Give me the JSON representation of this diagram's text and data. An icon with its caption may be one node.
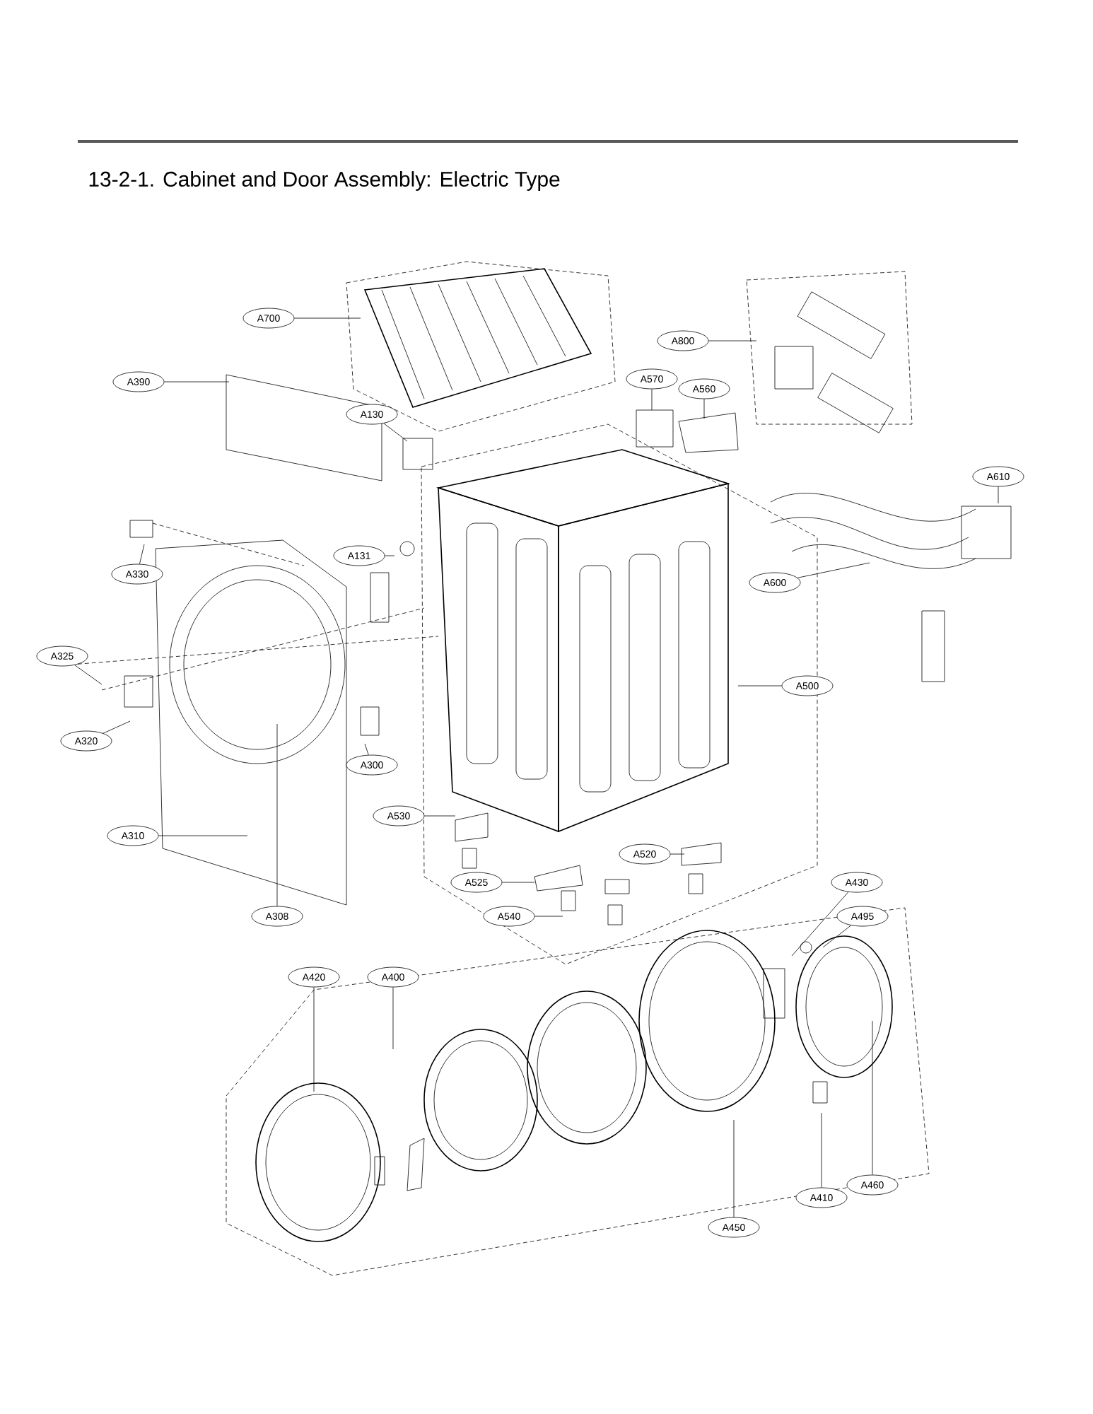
{
  "diagram": {
    "title": "13-2-1. Cabinet and Door Assembly: Electric Type",
    "nodes": [
      {
        "text": [
          "A700"
        ]
      },
      {
        "text": [
          "A800"
        ]
      },
      {
        "text": [
          "A390"
        ]
      },
      {
        "text": [
          "A570"
        ]
      },
      {
        "text": [
          "A560"
        ]
      },
      {
        "text": [
          "A130"
        ]
      },
      {
        "text": [
          "A610"
        ]
      },
      {
        "text": [
          "A131"
        ]
      },
      {
        "text": [
          "A330"
        ]
      },
      {
        "text": [
          "A600"
        ]
      },
      {
        "text": [
          "A325"
        ]
      },
      {
        "text": [
          "A500"
        ]
      },
      {
        "text": [
          "A320"
        ]
      },
      {
        "text": [
          "A300"
        ]
      },
      {
        "text": [
          "A530"
        ]
      },
      {
        "text": [
          "A310"
        ]
      },
      {
        "text": [
          "A520"
        ]
      },
      {
        "text": [
          "A525"
        ]
      },
      {
        "text": [
          "A430"
        ]
      },
      {
        "text": [
          "A540"
        ]
      },
      {
        "text": [
          "A308"
        ]
      },
      {
        "text": [
          "A495"
        ]
      },
      {
        "text": [
          "A420"
        ]
      },
      {
        "text": [
          "A400"
        ]
      },
      {
        "text": [
          "A410"
        ]
      },
      {
        "text": [
          "A460"
        ]
      },
      {
        "text": [
          "A450"
        ]
      }
    ],
    "edges": [
      {
        "from": 0,
        "to": null,
        "arrow": "none"
      },
      {
        "from": 1,
        "to": null,
        "arrow": "none"
      },
      {
        "from": 2,
        "to": null,
        "arrow": "none"
      },
      {
        "from": 3,
        "to": null,
        "arrow": "none"
      },
      {
        "from": 4,
        "to": null,
        "arrow": "none"
      },
      {
        "from": 5,
        "to": null,
        "arrow": "none"
      },
      {
        "from": 6,
        "to": null,
        "arrow": "none"
      },
      {
        "from": 7,
        "to": null,
        "arrow": "none"
      },
      {
        "from": 8,
        "to": null,
        "arrow": "none"
      },
      {
        "from": 9,
        "to": null,
        "arrow": "none"
      },
      {
        "from": 10,
        "to": null,
        "arrow": "none"
      },
      {
        "from": 11,
        "to": null,
        "arrow": "none"
      },
      {
        "from": 12,
        "to": null,
        "arrow": "none"
      },
      {
        "from": 13,
        "to": null,
        "arrow": "none"
      },
      {
        "from": 14,
        "to": null,
        "arrow": "none"
      },
      {
        "from": 15,
        "to": null,
        "arrow": "none"
      },
      {
        "from": 16,
        "to": null,
        "arrow": "none"
      },
      {
        "from": 17,
        "to": null,
        "arrow": "none"
      },
      {
        "from": 18,
        "to": null,
        "arrow": "none"
      },
      {
        "from": 19,
        "to": null,
        "arrow": "none"
      },
      {
        "from": 20,
        "to": null,
        "arrow": "none"
      },
      {
        "from": 21,
        "to": null,
        "arrow": "none"
      },
      {
        "from": 22,
        "to": null,
        "arrow": "none"
      },
      {
        "from": 23,
        "to": null,
        "arrow": "none"
      },
      {
        "from": 24,
        "to": null,
        "arrow": "none"
      },
      {
        "from": 25,
        "to": null,
        "arrow": "none"
      },
      {
        "from": 26,
        "to": null,
        "arrow": "none"
      }
    ]
  }
}
